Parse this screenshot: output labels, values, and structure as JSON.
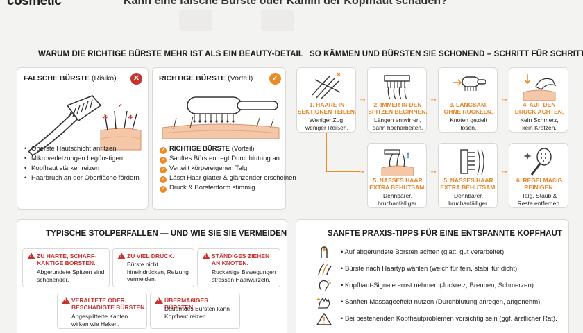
{
  "header": {
    "logo": "cosmetic",
    "title": "Kann eine falsche Bürste oder Kamm der Kopfhaut schaden?"
  },
  "left": {
    "title": "WARUM DIE RICHTIGE BÜRSTE MEHR IST ALS EIN BEAUTY-DETAIL",
    "wrong": {
      "head_bold": "FALSCHE BÜRSTE",
      "head_rest": " (Risiko)",
      "badge": "✕",
      "items": [
        "Oberste Hautschicht anritzen",
        "Mikroverletzungen begünstigen",
        "Kopfhaut stärker reizen",
        "Haarbruch an der Oberfläche fördern"
      ]
    },
    "right": {
      "head_bold": "RICHTIGE BÜRSTE",
      "head_rest": " (Vorteil)",
      "badge": "✓",
      "list_head_bold": "RICHTIGE BÜRSTE",
      "list_head_rest": " (Vorteil)",
      "items": [
        "Sanftes Bürsten regt Durchblutung an",
        "Verteilt körpereigenen Talg",
        "Lässt Haar glatter & glänzender erscheinen",
        "Druck & Borstenform stimmig"
      ]
    }
  },
  "steps": {
    "title": "SO KÄMMEN UND BÜRSTEN SIE SCHONEND – SCHRITT FÜR SCHRITT",
    "items": [
      {
        "title1": "1. HAARE IN",
        "title2": "SEKTIONEN TEILEN.",
        "desc1": "Weniger Zug,",
        "desc2": "weniger Reißen.",
        "icon": "hair-sections-icon"
      },
      {
        "title1": "2. IMMER IN DEN",
        "title2": "SPITZEN BEGINNEN.",
        "desc1": "Längen entwirren,",
        "desc2": "dann hocharbeiten.",
        "icon": "comb-ends-icon"
      },
      {
        "title1": "3. LANGSAM,",
        "title2": "OHNE RUCKELN.",
        "desc1": "Knoten gezielt",
        "desc2": "lösen.",
        "icon": "brush-slow-icon"
      },
      {
        "title1": "4. AUF DEN",
        "title2": "DRUCK ACHTEN.",
        "desc1": "Kein Schmerz,",
        "desc2": "kein Kratzen.",
        "icon": "pressure-icon"
      },
      {
        "title1": "5. NASSES HAAR",
        "title2": "EXTRA BEHUTSAM.",
        "desc1": "Dehnbarer,",
        "desc2": "bruchanfälliger.",
        "icon": "wet-scalp-icon"
      },
      {
        "title1": "5. NASSES HAAR",
        "title2": "EXTRA BEHUTSAM.",
        "desc1": "Dehnbarer,",
        "desc2": "bruchanfälliger.",
        "icon": "wide-comb-icon"
      },
      {
        "title1": "6. REGELMÄßIG",
        "title2": "REINIGEN.",
        "desc1": "Talg, Staub &",
        "desc2": "Reste entfernen.",
        "icon": "clean-brush-icon"
      }
    ]
  },
  "pitfalls": {
    "title": "TYPISCHE STOLPERFALLEN — UND WIE SIE SIE VERMEIDEN",
    "items": [
      {
        "title1": "ZU HARTE, SCHARF-",
        "title2": "KANTIGE BORSTEN.",
        "desc1": "Abgerundete Spitzen sind",
        "desc2": "schonender.",
        "desc3": ""
      },
      {
        "title1": "ZU VIEL DRUCK.",
        "title2": "",
        "desc1": "Bürste nicht",
        "desc2": "hineindrücken, Reizung",
        "desc3": "vermeiden."
      },
      {
        "title1": "STÄNDIGES ZIEHEN",
        "title2": "AN KNOTEN.",
        "desc1": "Ruckartige Bewegungen",
        "desc2": "stressen Haarwurzeln.",
        "desc3": ""
      },
      {
        "title1": "VERALTETE ODER",
        "title2": "BESCHÄDIGTE BÜRSTEN.",
        "desc1": "Abgesplitterte Kanten",
        "desc2": "wirken wie Haken.",
        "desc3": ""
      },
      {
        "title1": "ÜBERMÄßIGES BÜRSTEN.",
        "title2": "",
        "desc1": "Dauerndes Bürsten kann",
        "desc2": "Kopfhaut reizen.",
        "desc3": ""
      }
    ]
  },
  "tips": {
    "title": "SANFTE PRAXIS-TIPPS FÜR EINE ENTSPANNTE KOPFHAUT",
    "items": [
      {
        "text": "• Auf abgerundete Borsten achten (glatt, gut verarbeitet).",
        "icon": "rounded-bristle-icon"
      },
      {
        "text": "• Bürste nach Haartyp wählen (weich für fein, stabil für dicht).",
        "icon": "hair-type-icon"
      },
      {
        "text": "• Kopfhaut-Signale ernst nehmen (Juckreiz, Brennen, Schmerzen).",
        "icon": "ear-signal-icon"
      },
      {
        "text": "• Sanften Massageeffekt nutzen (Durchblutung anregen, angenehm).",
        "icon": "massage-hand-icon"
      },
      {
        "text": "• Bei bestehenden Kopfhautproblemen vorsichtig sein (ggf. ärztlicher Rat).",
        "icon": "caution-icon"
      }
    ]
  },
  "colors": {
    "accent": "#ec8a24",
    "danger": "#c8322f",
    "card": "#ffffff",
    "background": "#f3f3f1"
  }
}
